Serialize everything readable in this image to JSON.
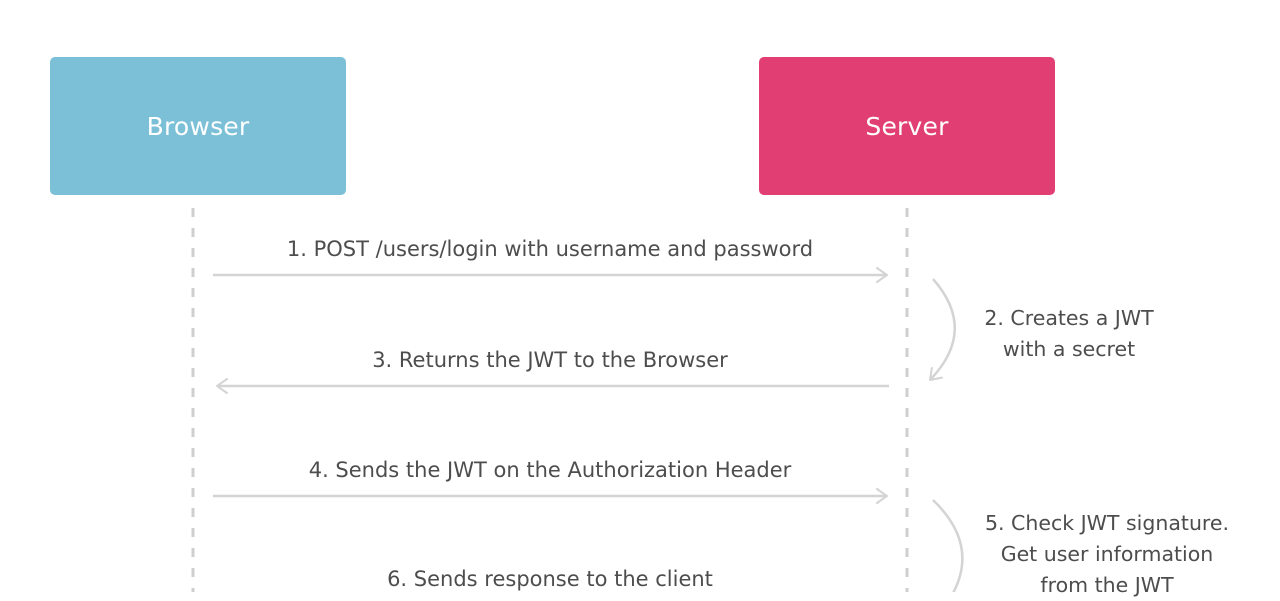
{
  "actors": {
    "browser": "Browser",
    "server": "Server"
  },
  "colors": {
    "browser": "#7cc0d8",
    "server": "#e13e74",
    "lifeline": "#cfcfcf",
    "arrow": "#d4d4d4"
  },
  "steps": {
    "s1": "1. POST /users/login with username and password",
    "s2": [
      "2. Creates a JWT",
      "with a secret"
    ],
    "s3": "3. Returns the JWT to the Browser",
    "s4": "4. Sends the JWT on the Authorization Header",
    "s5": [
      "5. Check JWT signature.",
      "Get user information",
      "from the JWT"
    ],
    "s6": "6. Sends response to the client"
  }
}
